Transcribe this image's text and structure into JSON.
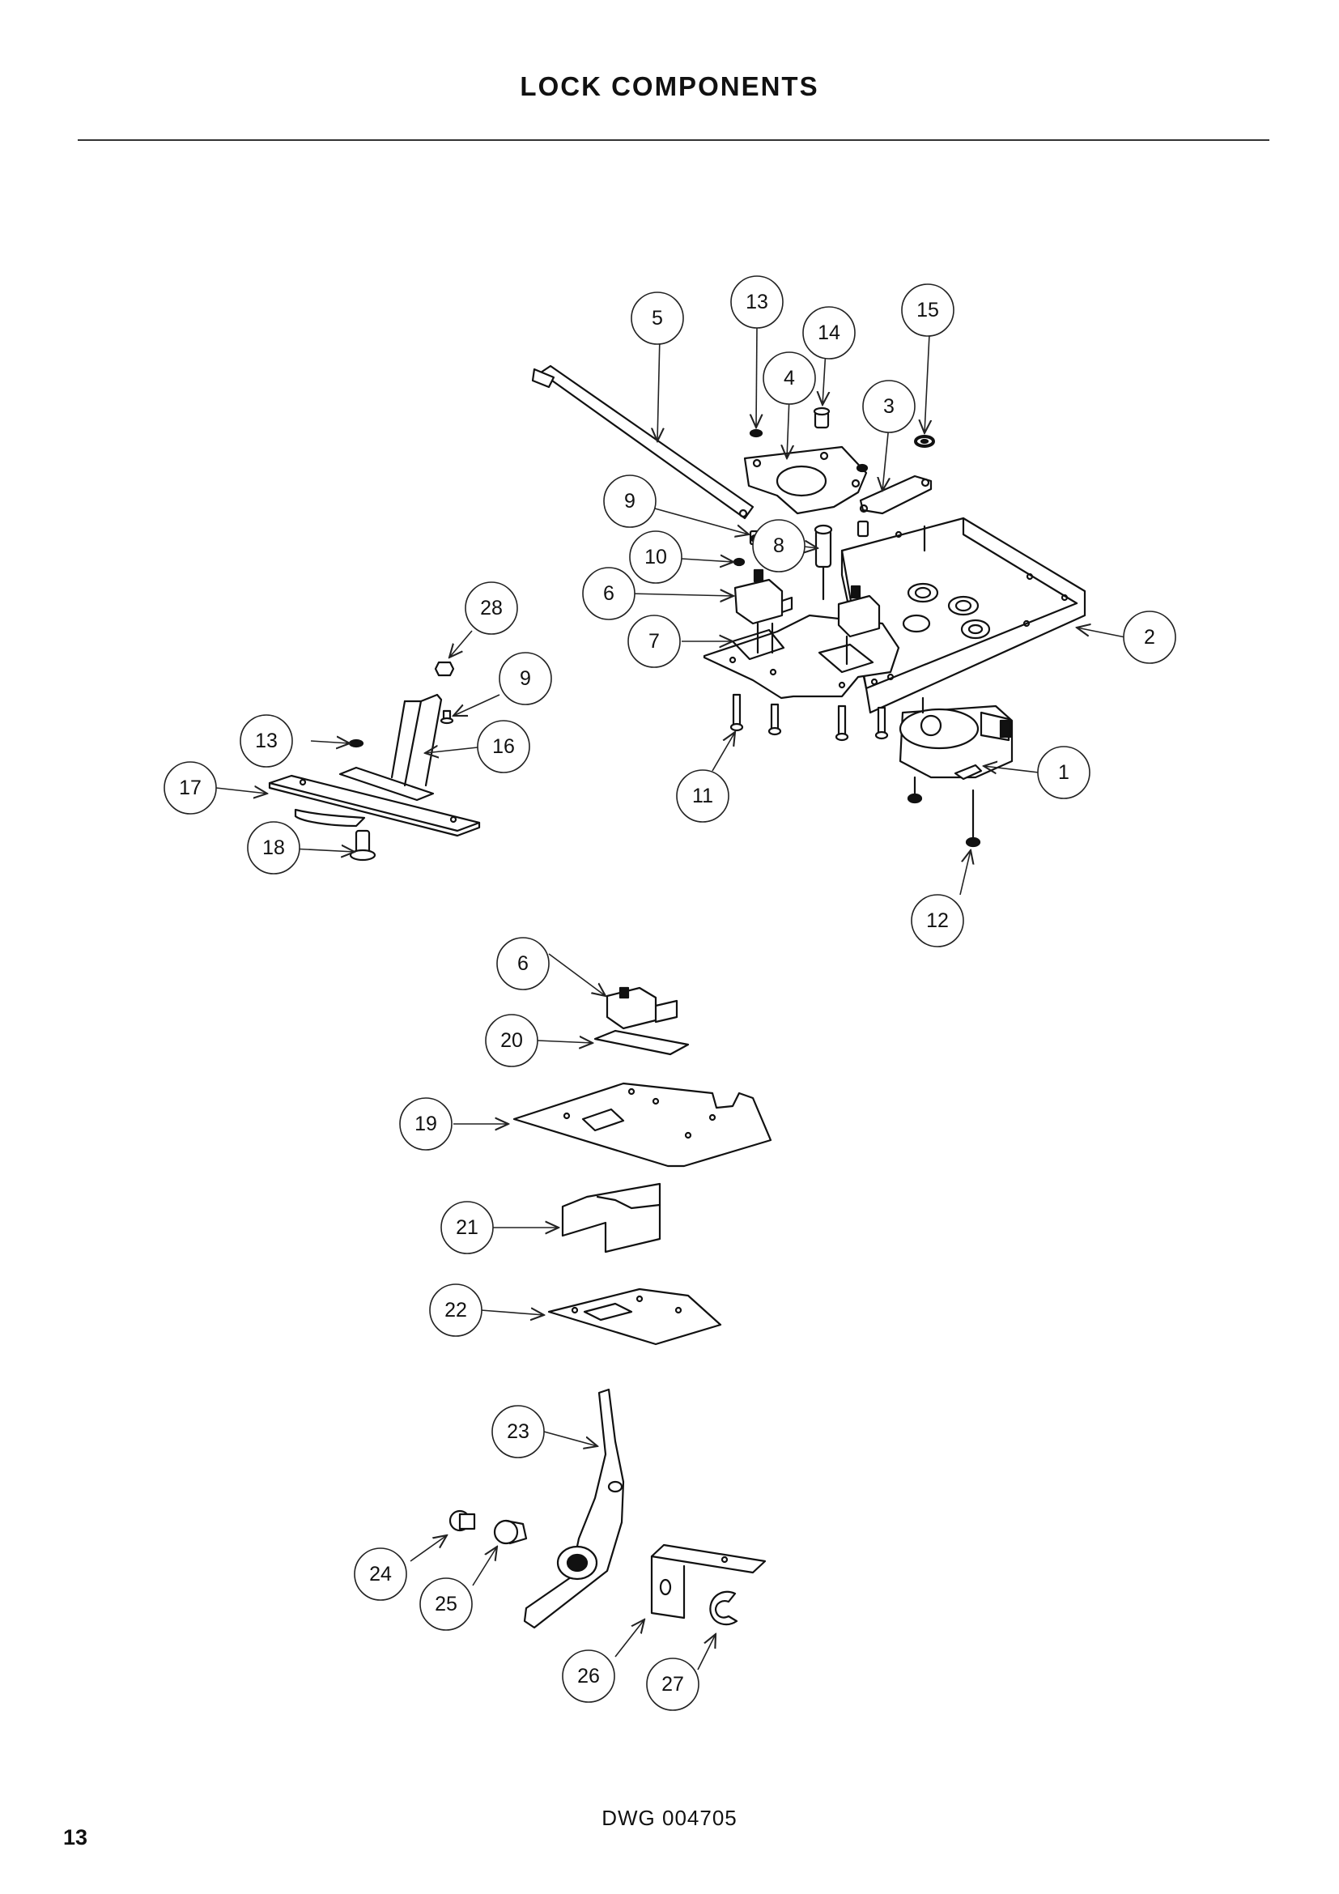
{
  "header": {
    "title": "LOCK COMPONENTS"
  },
  "footer": {
    "drawing_number": "DWG 004705",
    "page_number": "13"
  },
  "callouts": [
    "1",
    "2",
    "3",
    "4",
    "5",
    "6",
    "7",
    "8",
    "9",
    "10",
    "11",
    "12",
    "13",
    "14",
    "15",
    "16",
    "17",
    "18",
    "19",
    "20",
    "21",
    "22",
    "23",
    "24",
    "25",
    "26",
    "27",
    "28"
  ]
}
